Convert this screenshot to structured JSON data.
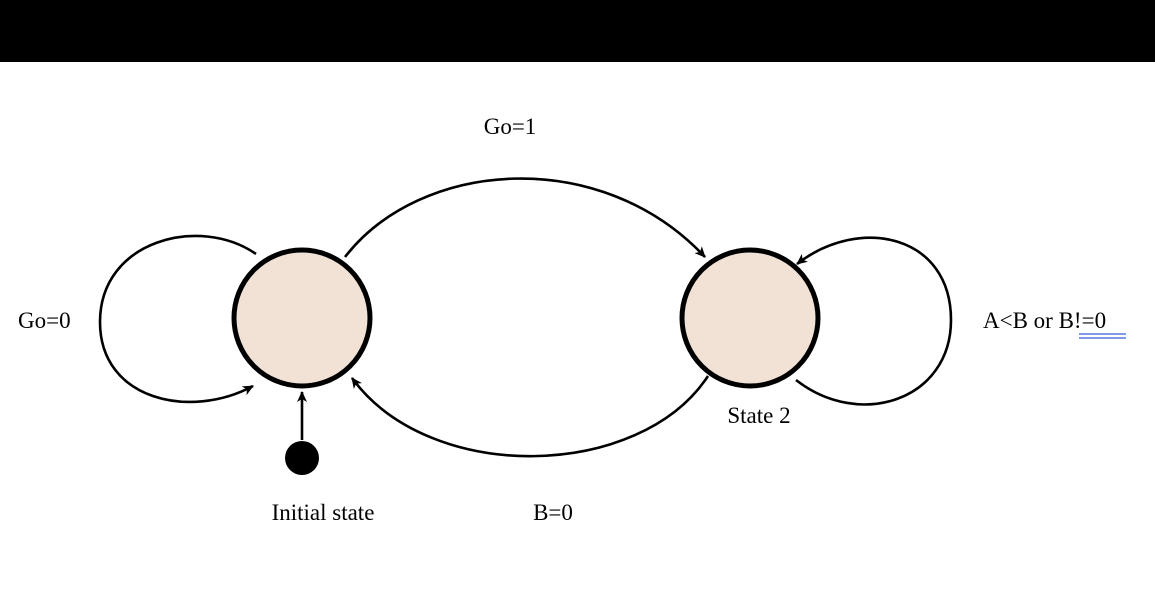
{
  "diagram": {
    "type": "state-machine",
    "state_fill": "#f2e2d6",
    "bottom_right_label": "State 2",
    "initial_label": "Initial state",
    "transitions": {
      "self_loop_left": "Go=0",
      "left_to_right": "Go=1",
      "right_to_left": "B=0",
      "self_loop_right_prefix": "A<B or ",
      "self_loop_right_underlined": "B!=0"
    }
  }
}
